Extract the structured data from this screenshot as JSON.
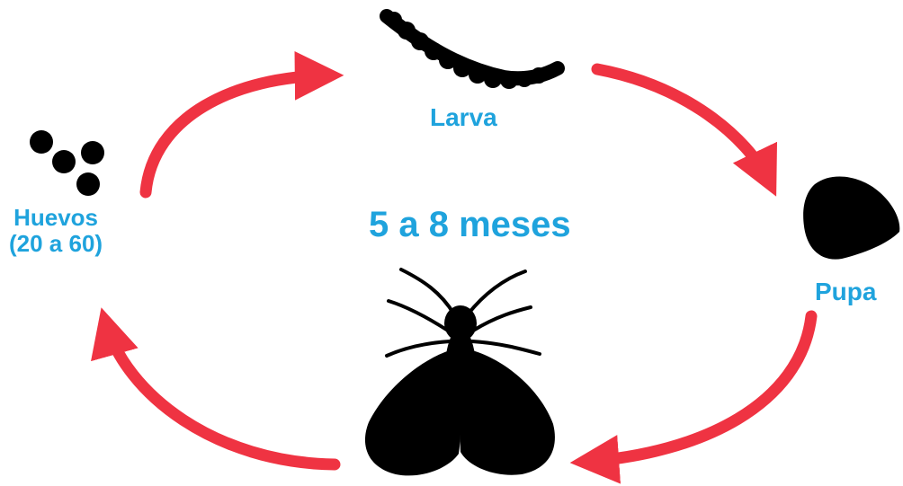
{
  "colors": {
    "label": "#1fa3dd",
    "arrow": "#ef3342",
    "silhouette": "#000000",
    "background": "#ffffff"
  },
  "stages": {
    "larva": {
      "label": "Larva",
      "icon": "larva-icon"
    },
    "eggs": {
      "label": "Huevos",
      "count_label": "(20 a 60)",
      "icon": "eggs-icon"
    },
    "pupa": {
      "label": "Pupa",
      "icon": "pupa-icon"
    },
    "adult": {
      "icon": "moth-icon"
    }
  },
  "cycle": {
    "duration_label": "5 a 8 meses",
    "order": [
      "eggs",
      "larva",
      "pupa",
      "adult"
    ]
  }
}
